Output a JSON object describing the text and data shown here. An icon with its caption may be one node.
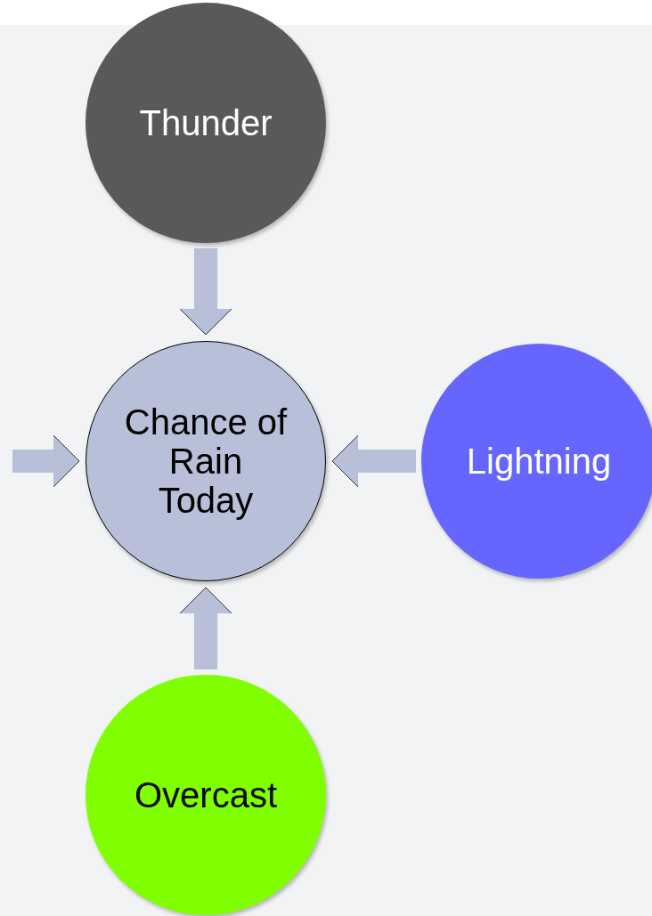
{
  "diagram": {
    "nodes": [
      {
        "text": [
          "Thunder"
        ]
      },
      {
        "text": [
          "Chance of Rain Today"
        ]
      },
      {
        "text": [
          "Lightning"
        ]
      },
      {
        "text": [
          "Overcast"
        ]
      }
    ],
    "edges": [
      {
        "from": 0,
        "to": 1,
        "arrow": "to"
      },
      {
        "from": null,
        "to": 1,
        "arrow": "to"
      },
      {
        "from": 2,
        "to": 1,
        "arrow": "to"
      },
      {
        "from": 3,
        "to": 1,
        "arrow": "to"
      }
    ]
  }
}
